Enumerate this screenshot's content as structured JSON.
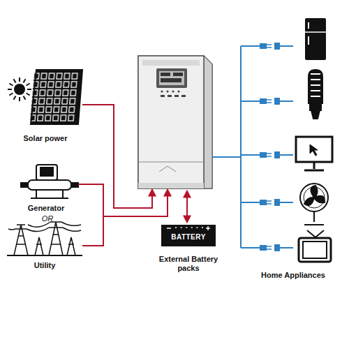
{
  "diagram": {
    "nodes": [
      {
        "text": [
          "BATTERY",
          "External Battery packs"
        ]
      }
    ],
    "labels": [
      "Solar power",
      "Generator",
      "OR",
      "Utility",
      "Home Appliances"
    ]
  }
}
